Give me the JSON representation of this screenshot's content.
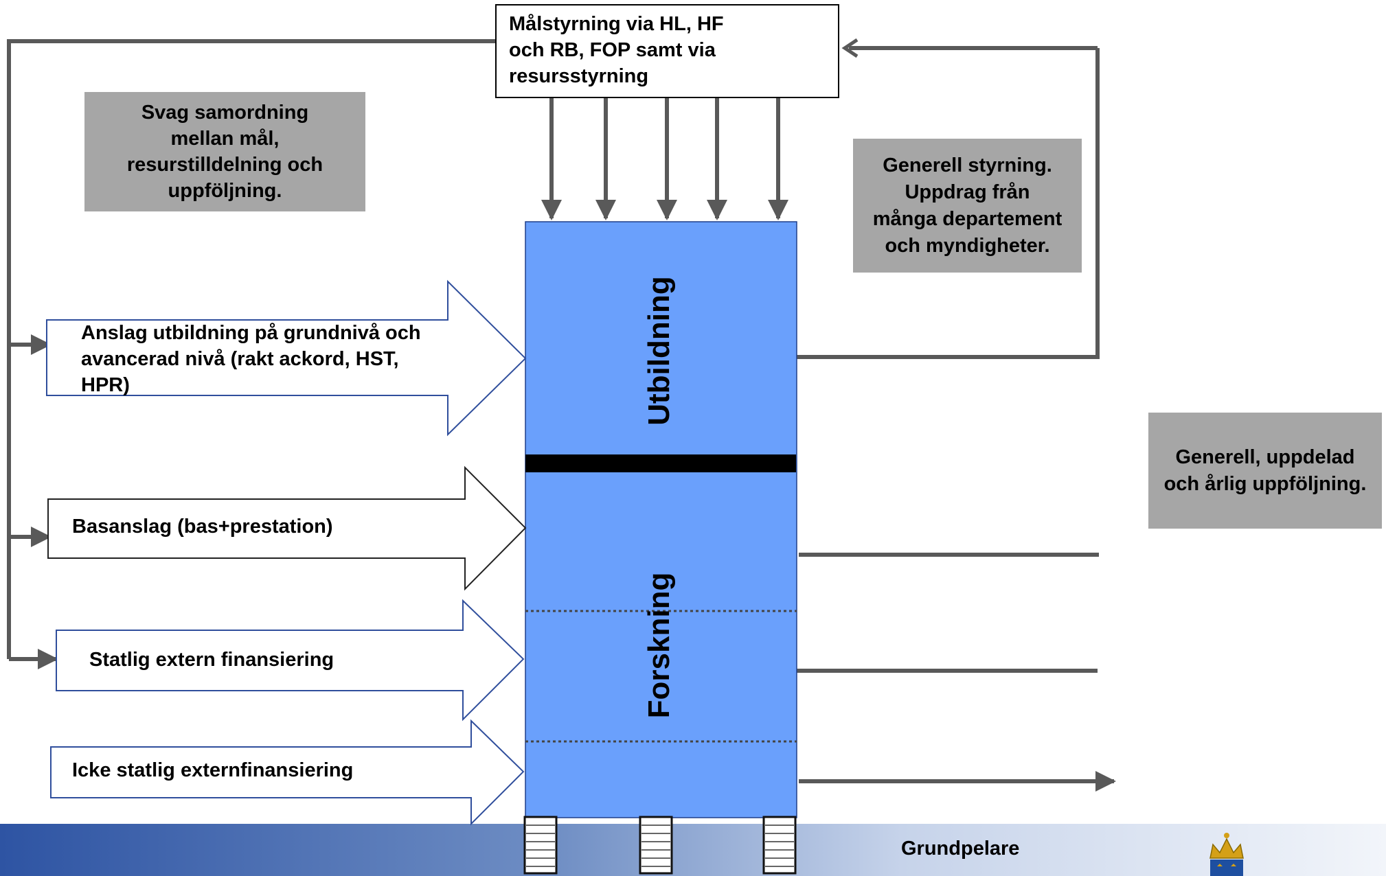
{
  "colors": {
    "column_fill": "#6aa0fc",
    "arrow_stroke": "#595959",
    "input_arrow_stroke": "#2f4e9c",
    "note_fill": "#a6a6a6"
  },
  "top_box": {
    "text": "Målstyrning via HL, HF och RB, FOP samt via resursstyrning"
  },
  "note_left": {
    "text": "Svag samordning mellan mål, resurstilldelning och uppföljning."
  },
  "note_right_top": {
    "text": "Generell styrning. Uppdrag från många departement och myndigheter."
  },
  "note_right": {
    "text": "Generell, uppdelad och årlig uppföljning."
  },
  "column": {
    "top_label": "Utbildning",
    "bottom_label": "Forskning"
  },
  "inputs": [
    {
      "text": "Anslag utbildning på grundnivå och avancerad nivå (rakt ackord, HST, HPR)"
    },
    {
      "text": "Basanslag (bas+prestation)"
    },
    {
      "text": "Statlig extern finansiering"
    },
    {
      "text": "Icke statlig externfinansiering"
    }
  ],
  "footer": {
    "label": "Grundpelare",
    "logo": "crown-logo-icon"
  }
}
